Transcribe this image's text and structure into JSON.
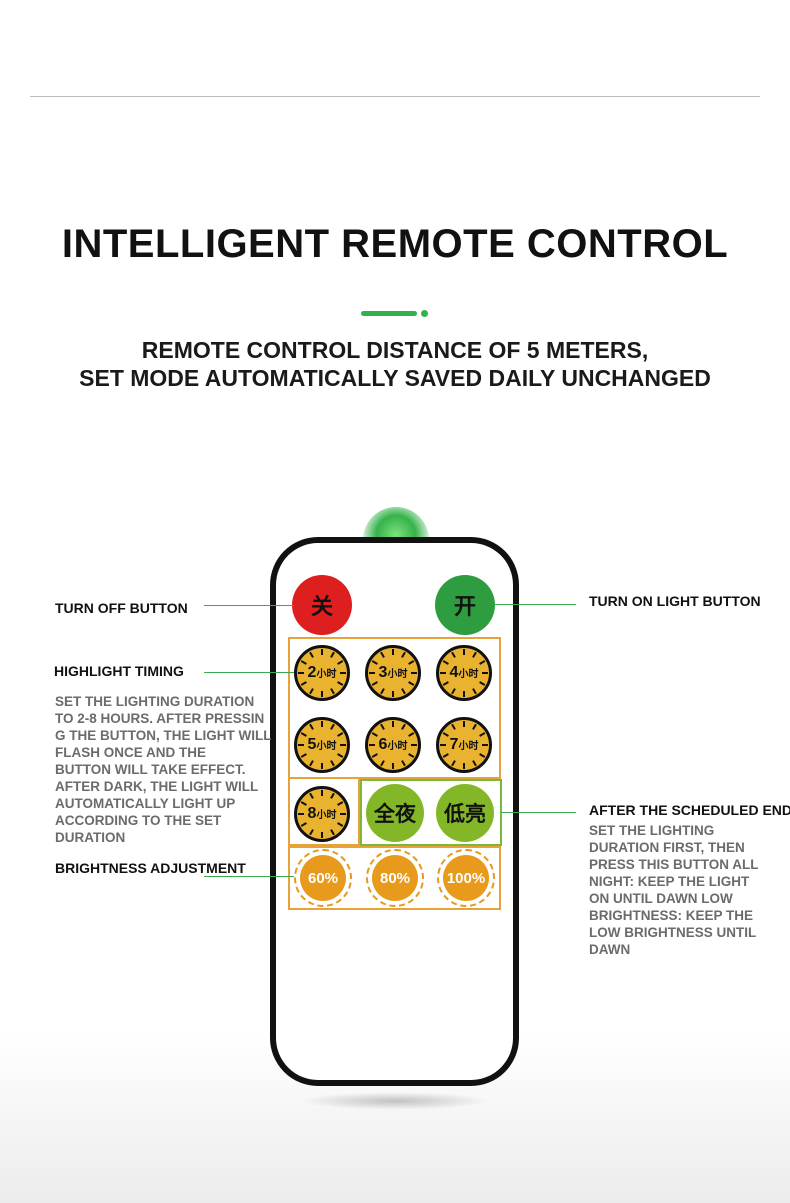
{
  "heading": {
    "title": "INTELLIGENT REMOTE CONTROL",
    "subtitle_line1": "REMOTE CONTROL DISTANCE OF 5 METERS,",
    "subtitle_line2": "SET MODE AUTOMATICALLY SAVED DAILY UNCHANGED"
  },
  "colors": {
    "accent_green": "#2fb34a",
    "off_red": "#dd1f1f",
    "on_green": "#2d9d3f",
    "timer_yellow": "#e9b32f",
    "mode_green": "#84b728",
    "brightness_orange": "#e89a1d"
  },
  "remote": {
    "off_button": "关",
    "on_button": "开",
    "timer_unit": "小时",
    "timers": [
      "2",
      "3",
      "4",
      "5",
      "6",
      "7",
      "8"
    ],
    "mode_buttons": [
      "全夜",
      "低亮"
    ],
    "brightness_levels": [
      "60%",
      "80%",
      "100%"
    ]
  },
  "callouts": {
    "turn_off": "TURN OFF BUTTON",
    "turn_on": "TURN ON LIGHT BUTTON",
    "timing_title": "HIGHLIGHT TIMING",
    "timing_body": [
      "SET THE LIGHTING DURATION",
      "TO 2-8 HOURS. AFTER PRESSIN",
      "G THE BUTTON, THE LIGHT WILL",
      "FLASH ONCE AND THE",
      "BUTTON WILL TAKE EFFECT.",
      "AFTER DARK, THE LIGHT WILL",
      "AUTOMATICALLY LIGHT UP",
      "ACCORDING TO THE SET",
      "DURATION"
    ],
    "brightness_title": "BRIGHTNESS ADJUSTMENT",
    "scheduled_title": "AFTER THE SCHEDULED END",
    "scheduled_body": [
      "SET THE LIGHTING",
      "DURATION FIRST, THEN",
      "PRESS THIS BUTTON ALL",
      "NIGHT: KEEP THE LIGHT",
      "ON UNTIL DAWN LOW",
      "BRIGHTNESS: KEEP THE",
      "LOW BRIGHTNESS UNTIL",
      "DAWN"
    ]
  }
}
